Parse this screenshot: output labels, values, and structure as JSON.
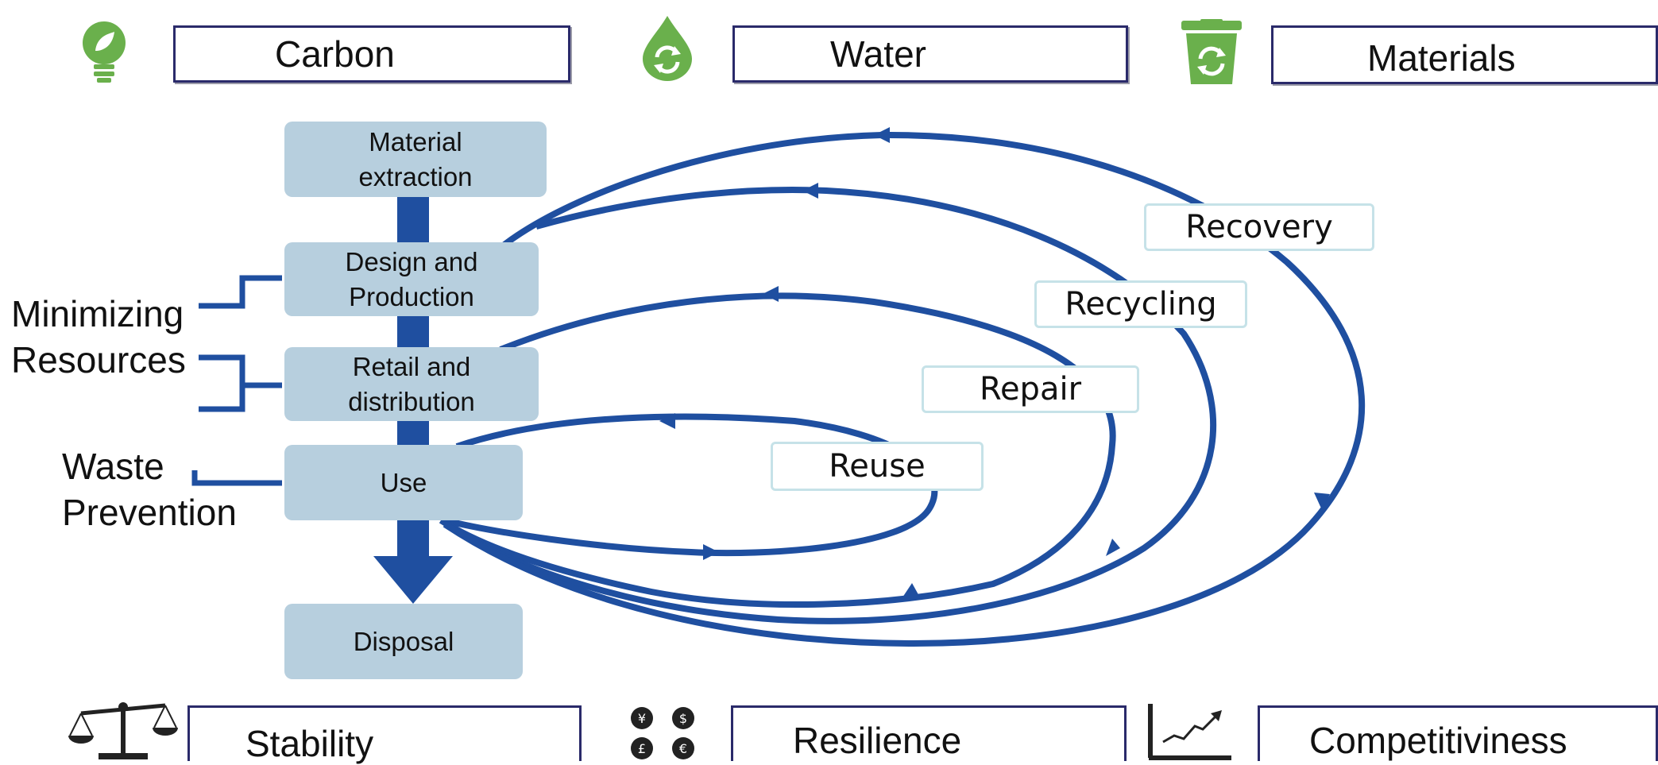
{
  "top_labels": {
    "carbon": "Carbon",
    "water": "Water",
    "materials": "Materials"
  },
  "bottom_labels": {
    "stability": "Stability",
    "resilience": "Resilience",
    "competitiveness": "Competitiviness"
  },
  "stages": {
    "material_extraction": "Material\nextraction",
    "design_production": "Design and\nProduction",
    "retail_distribution": "Retail and\ndistribution",
    "use": "Use",
    "disposal": "Disposal"
  },
  "loops": {
    "reuse": "Reuse",
    "repair": "Repair",
    "recycling": "Recycling",
    "recovery": "Recovery"
  },
  "side_labels": {
    "minimizing_resources": "Minimizing\nResources",
    "waste_prevention": "Waste\nPrevention"
  },
  "icons": {
    "carbon": "lightbulb-leaf-icon",
    "water": "water-drop-recycle-icon",
    "materials": "recycle-bin-icon",
    "stability": "balance-scale-icon",
    "resilience": "currency-coins-icon",
    "competitiveness": "rising-chart-icon"
  },
  "colors": {
    "flow_blue": "#1f4fa0",
    "stage_fill": "#b7cfde",
    "icon_green": "#6ab04c",
    "box_border": "#2a2a6a",
    "loop_border": "#c6e2e8"
  }
}
